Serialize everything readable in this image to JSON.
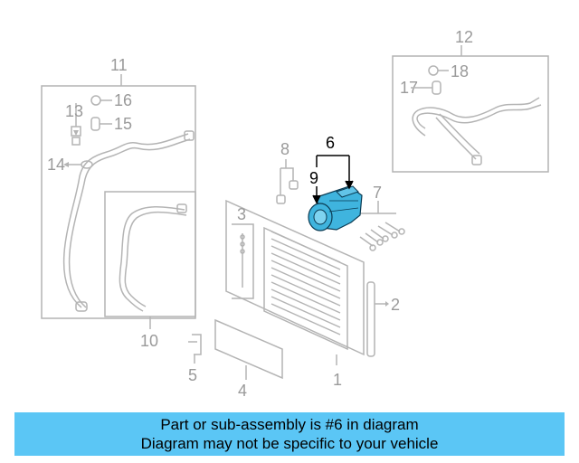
{
  "callouts": {
    "c1": "1",
    "c2": "2",
    "c3": "3",
    "c4": "4",
    "c5": "5",
    "c6": "6",
    "c7": "7",
    "c8": "8",
    "c9": "9",
    "c10": "10",
    "c11": "11",
    "c12": "12",
    "c13": "13",
    "c14": "14",
    "c15": "15",
    "c16": "16",
    "c17": "17",
    "c18": "18"
  },
  "highlighted_part": "6",
  "colors": {
    "line": "#b4b4b4",
    "highlight": "#3fb4de",
    "caption_bg": "#5bc6f5"
  },
  "caption": {
    "line1": "Part or sub-assembly is #6 in diagram",
    "line2": "Diagram may not be specific to your vehicle"
  }
}
